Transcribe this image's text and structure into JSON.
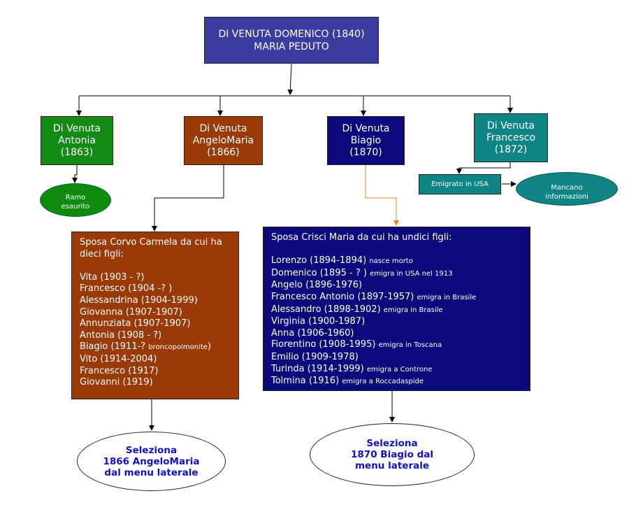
{
  "root": {
    "line1": "DI  VENUTA DOMENICO (1840)",
    "line2": "MARIA PEDUTO"
  },
  "children": {
    "antonia": {
      "line1": "Di Venuta",
      "line2": "Antonia",
      "line3": "(1863)"
    },
    "angelo": {
      "line1": "Di Venuta",
      "line2": "AngeloMaria",
      "line3": "(1866)"
    },
    "biagio": {
      "line1": "Di Venuta",
      "line2": "Biagio",
      "line3": "(1870)"
    },
    "francesco": {
      "line1": "Di Venuta",
      "line2": "Francesco",
      "line3": "(1872)"
    }
  },
  "antonia_end": {
    "line1": "Ramo",
    "line2": "esaurito"
  },
  "francesco_info": {
    "emigrated": "Emigrato in USA",
    "missing_line1": "Mancano",
    "missing_line2": "informazioni"
  },
  "angelo_children": {
    "header_line1": "Sposa Corvo Carmela da cui ha",
    "header_line2": "dieci figli:",
    "items": [
      {
        "text": "Vita (1903 - ?)",
        "note": ""
      },
      {
        "text": "Francesco (1904 -? )",
        "note": ""
      },
      {
        "text": "Alessandrina (1904-1999)",
        "note": ""
      },
      {
        "text": "Giovanna (1907-1907)",
        "note": ""
      },
      {
        "text": "Annunziata (1907-1907)",
        "note": ""
      },
      {
        "text": "Antonia (1908 - ?)",
        "note": ""
      },
      {
        "text": "Biagio (1911-?  ",
        "note": "broncopolmonite",
        "tail": ")"
      },
      {
        "text": "Vito (1914-2004)",
        "note": ""
      },
      {
        "text": "Francesco  (1917)",
        "note": ""
      },
      {
        "text": "Giovanni (1919)",
        "note": ""
      }
    ]
  },
  "biagio_children": {
    "header": "Sposa Crisci Maria da cui ha undici figli:",
    "items": [
      {
        "text": "Lorenzo (1894-1894)",
        "note": "nasce morto"
      },
      {
        "text": "Domenico (1895 - ? )",
        "note": "emigra in  USA nel 1913"
      },
      {
        "text": "Angelo (1896-1976)",
        "note": ""
      },
      {
        "text": "Francesco Antonio (1897-1957)",
        "note": "emigra in Brasile"
      },
      {
        "text": "Alessandro (1898-1902)",
        "note": "emigra in Brasile"
      },
      {
        "text": "Virginia (1900-1987)",
        "note": ""
      },
      {
        "text": "Anna (1906-1960)",
        "note": ""
      },
      {
        "text": "Fiorentino (1908-1995)",
        "note": "emigra in Toscana"
      },
      {
        "text": "Emilio (1909-1978)",
        "note": ""
      },
      {
        "text": "Turinda (1914-1999)",
        "note": "emigra a Controne"
      },
      {
        "text": "Tolmina (1916)",
        "note": "emigra a Roccadaspide"
      }
    ]
  },
  "select_angelo": {
    "line1": "Seleziona",
    "line2": "1866 AngeloMaria",
    "line3": "dal menu laterale"
  },
  "select_biagio": {
    "line1": "Seleziona",
    "line2": "1870 Biagio dal",
    "line3": "menu laterale"
  },
  "colors": {
    "root": "#3c3ca0",
    "green": "#138a13",
    "brown": "#9a3a08",
    "navy": "#0a0a7c",
    "teal": "#0e8484",
    "orange_connector": "#e8822a",
    "link_text": "#1010c8"
  }
}
